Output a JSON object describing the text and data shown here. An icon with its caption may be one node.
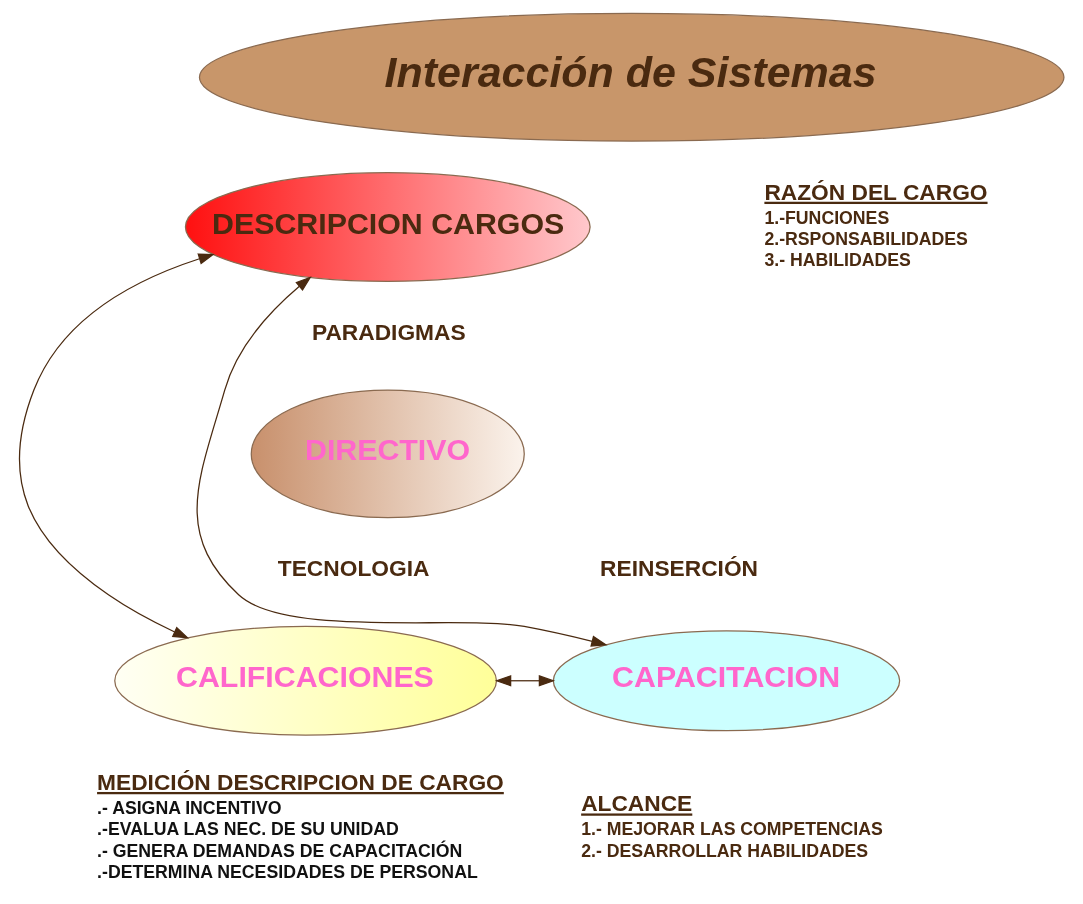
{
  "diagram": {
    "nodes": [
      {
        "text": [
          "Interacción de Sistemas"
        ]
      },
      {
        "text": [
          "DESCRIPCION CARGOS"
        ]
      },
      {
        "text": [
          "DIRECTIVO"
        ]
      },
      {
        "text": [
          "CALIFICACIONES"
        ]
      },
      {
        "text": [
          "CAPACITACION"
        ]
      }
    ],
    "edges": [
      {
        "from": 1,
        "to": 3,
        "arrow": "both"
      },
      {
        "from": 1,
        "to": 4,
        "arrow": "both"
      },
      {
        "from": 3,
        "to": 4,
        "arrow": "both"
      }
    ],
    "labels": [
      "RAZÓN DEL CARGO",
      "1.-FUNCIONES",
      "2.-RSPONSABILIDADES",
      "3.- HABILIDADES",
      "PARADIGMAS",
      "REINSERCIÓN",
      "TECNOLOGIA",
      "MEDICIÓN DESCRIPCION DE CARGO",
      ".- ASIGNA INCENTIVO",
      ".-EVALUA LAS NEC. DE SU UNIDAD",
      ".- GENERA DEMANDAS DE CAPACITACIÓN",
      ".-DETERMINA NECESIDADES DE PERSONAL",
      "ALCANCE",
      "1.- MEJORAR LAS COMPETENCIAS",
      "2.- DESARROLLAR HABILIDADES"
    ]
  }
}
